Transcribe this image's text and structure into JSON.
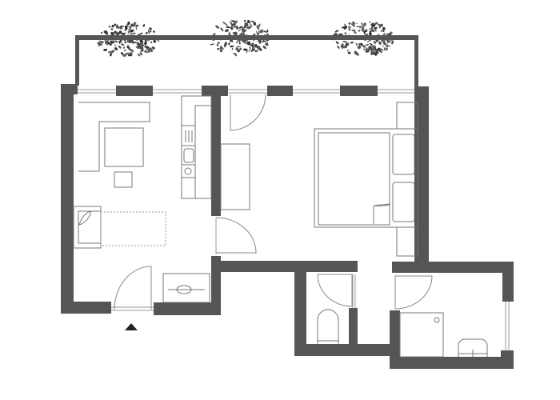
{
  "plan": {
    "colors": {
      "wall": "#555555",
      "line": "#777777",
      "plant": "#3a3a3a",
      "background": "#ffffff"
    },
    "rooms": [
      "living-kitchen",
      "bedroom",
      "wc",
      "bathroom",
      "balcony",
      "hallway"
    ],
    "icons": [
      "entrance-arrow-icon",
      "plant-icon"
    ]
  }
}
